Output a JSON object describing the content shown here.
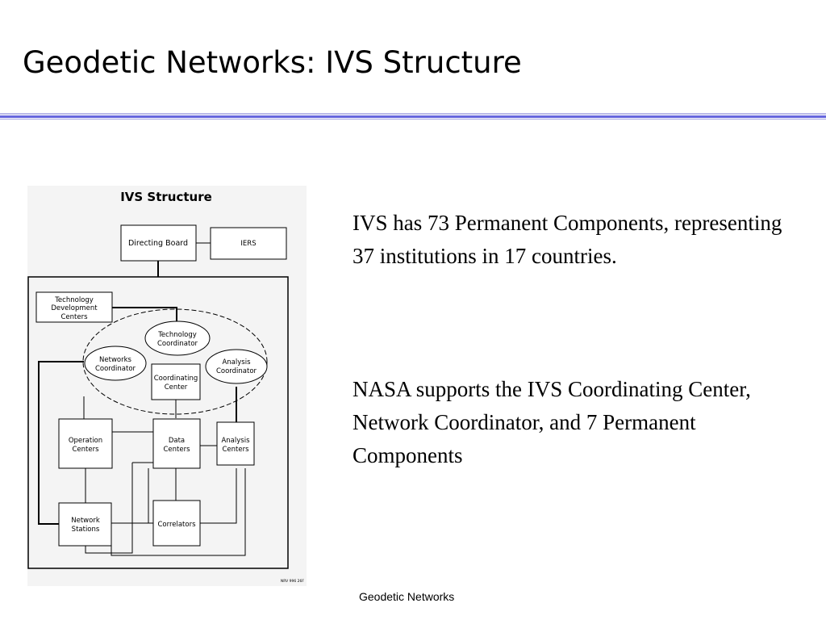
{
  "slide": {
    "title": "Geodetic Networks: IVS Structure",
    "footer": "Geodetic Networks"
  },
  "diagram": {
    "title": "IVS Structure",
    "directing_board": "Directing Board",
    "iers": "IERS",
    "tech_dev_centers": [
      "Technology",
      "Development",
      "Centers"
    ],
    "technology_coordinator": [
      "Technology",
      "Coordinator"
    ],
    "networks_coordinator": [
      "Networks",
      "Coordinator"
    ],
    "analysis_coordinator": [
      "Analysis",
      "Coordinator"
    ],
    "coordinating_center": [
      "Coordinating",
      "Center"
    ],
    "operation_centers": [
      "Operation",
      "Centers"
    ],
    "data_centers": [
      "Data",
      "Centers"
    ],
    "analysis_centers": [
      "Analysis",
      "Centers"
    ],
    "network_stations": [
      "Network",
      "Stations"
    ],
    "correlators": "Correlators",
    "figure_code": "NRV 996 26F"
  },
  "text": {
    "paragraph_1": "IVS has 73 Permanent Components, representing 37 institutions in 17 countries.",
    "paragraph_2": "NASA supports the IVS Coordinating Center, Network Coordinator, and 7 Permanent Components"
  }
}
